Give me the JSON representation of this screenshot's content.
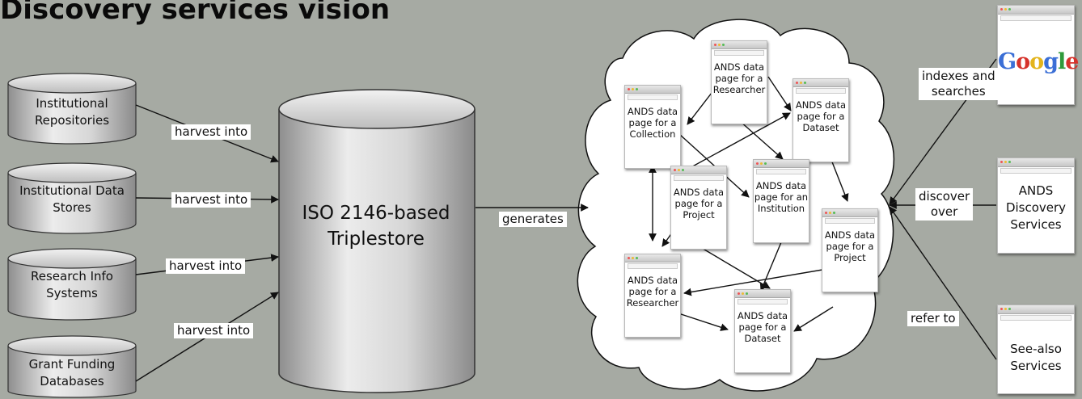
{
  "title": "Discovery services vision",
  "sources": [
    {
      "line1": "Institutional",
      "line2": "Repositories"
    },
    {
      "line1": "Institutional Data",
      "line2": "Stores"
    },
    {
      "line1": "Research Info",
      "line2": "Systems"
    },
    {
      "line1": "Grant Funding",
      "line2": "Databases"
    }
  ],
  "harvest_label": "harvest into",
  "triplestore": {
    "line1": "ISO 2146-based",
    "line2": "Triplestore"
  },
  "generates_label": "generates",
  "pages": [
    {
      "line1": "ANDS data",
      "line2": "page for a",
      "line3": "Researcher"
    },
    {
      "line1": "ANDS data",
      "line2": "page for a",
      "line3": "Collection"
    },
    {
      "line1": "ANDS data",
      "line2": "page for a",
      "line3": "Dataset"
    },
    {
      "line1": "ANDS data",
      "line2": "page for a",
      "line3": "Project"
    },
    {
      "line1": "ANDS data",
      "line2": "page for an",
      "line3": "Institution"
    },
    {
      "line1": "ANDS data",
      "line2": "page for a",
      "line3": "Project"
    },
    {
      "line1": "ANDS data",
      "line2": "page for a",
      "line3": "Researcher"
    },
    {
      "line1": "ANDS data",
      "line2": "page for a",
      "line3": "Dataset"
    }
  ],
  "services": {
    "google": {
      "logo": "Google"
    },
    "discovery": {
      "line1": "ANDS",
      "line2": "Discovery",
      "line3": "Services"
    },
    "seealso": {
      "line1": "See-also",
      "line2": "Services"
    }
  },
  "relations": {
    "indexes": {
      "line1": "indexes and",
      "line2": "searches"
    },
    "discover": {
      "line1": "discover",
      "line2": "over"
    },
    "refer": "refer to"
  },
  "colors": {
    "background": "#a6aaa3",
    "google_blue": "#3b6fd6",
    "google_red": "#d6322b",
    "google_yellow": "#e3b41c",
    "google_green": "#2f9a3b"
  }
}
